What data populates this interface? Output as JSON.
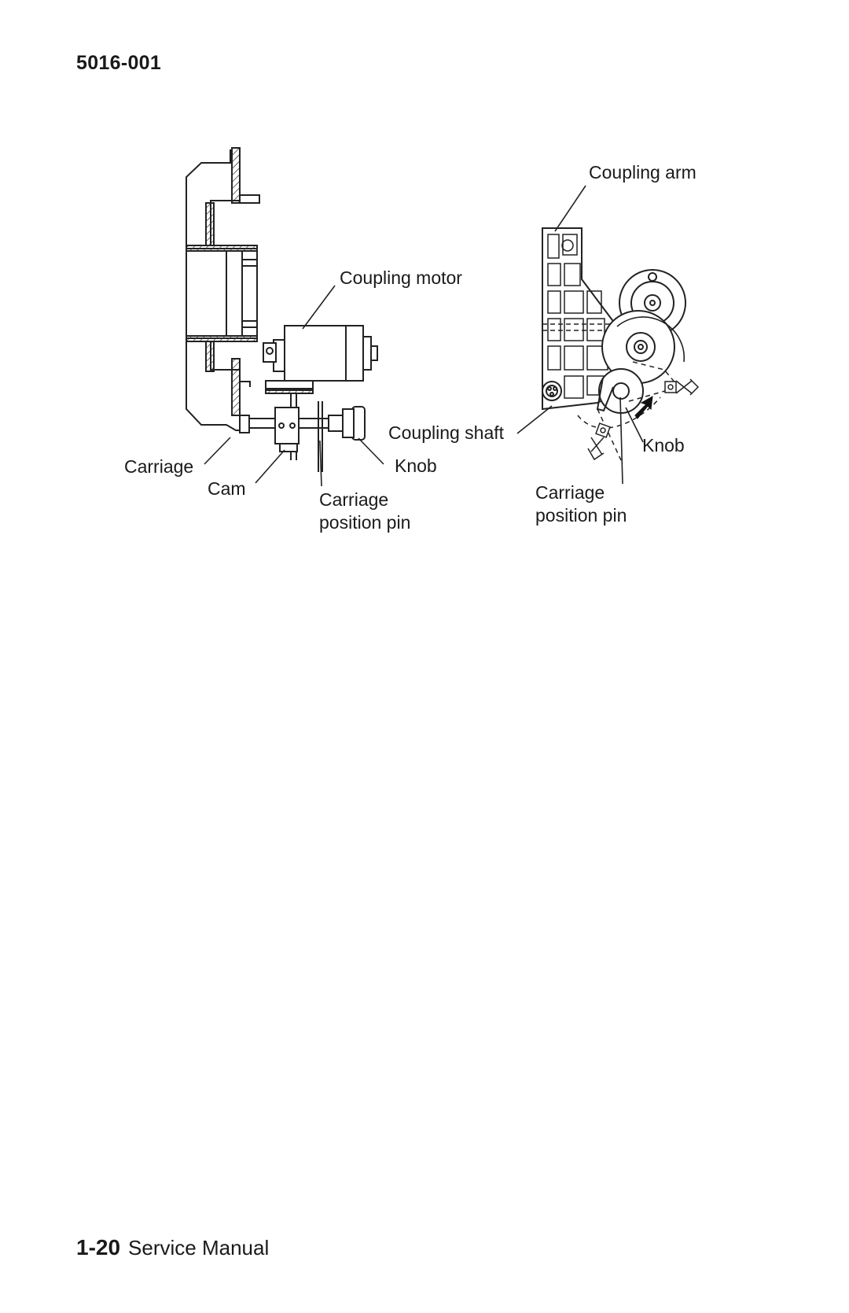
{
  "header": {
    "doc_id": "5016-001"
  },
  "figure": {
    "left_view": {
      "coupling_motor": "Coupling motor",
      "carriage": "Carriage",
      "cam": "Cam",
      "knob": "Knob",
      "carriage_position_pin_line1": "Carriage",
      "carriage_position_pin_line2": "position pin"
    },
    "right_view": {
      "coupling_arm": "Coupling arm",
      "coupling_shaft": "Coupling shaft",
      "knob": "Knob",
      "carriage_position_pin_line1": "Carriage",
      "carriage_position_pin_line2": "position pin"
    }
  },
  "footer": {
    "page_number": "1-20",
    "manual_title": "Service Manual"
  }
}
